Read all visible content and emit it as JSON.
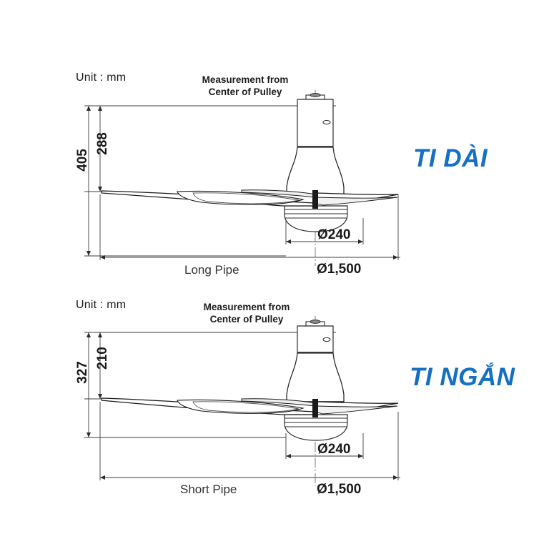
{
  "page": {
    "background": "#ffffff",
    "accent_blue": "#1570c4",
    "line_color": "#3d3d3d",
    "ink": "#1a1a1a"
  },
  "diagrams": [
    {
      "id": "long-pipe",
      "unit_label": "Unit : mm",
      "measurement_note": "Measurement from Center of Pulley",
      "measurement_note_line1": "Measurement from",
      "measurement_note_line2": "Center of Pulley",
      "vertical_outer": "405",
      "vertical_inner": "288",
      "hub_diameter": "Ø240",
      "sweep_diameter": "Ø1,500",
      "pipe_label": "Long Pipe",
      "callout": "TI DÀI"
    },
    {
      "id": "short-pipe",
      "unit_label": "Unit : mm",
      "measurement_note": "Measurement from Center of Pulley",
      "measurement_note_line1": "Measurement from",
      "measurement_note_line2": "Center of Pulley",
      "vertical_outer": "327",
      "vertical_inner": "210",
      "hub_diameter": "Ø240",
      "sweep_diameter": "Ø1,500",
      "pipe_label": "Short Pipe",
      "callout": "TI NGẮN"
    }
  ]
}
